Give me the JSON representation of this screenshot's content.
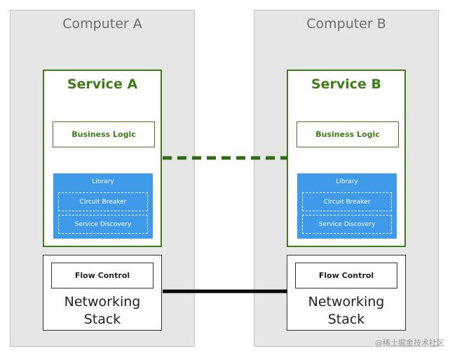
{
  "computers": [
    {
      "title": "Computer A",
      "service": {
        "title": "Service A",
        "business_logic": "Business Logic",
        "library": {
          "title": "Library",
          "items": [
            "Circuit Breaker",
            "Service Discovery"
          ]
        }
      },
      "network": {
        "flow_control": "Flow Control",
        "label_line1": "Networking",
        "label_line2": "Stack"
      }
    },
    {
      "title": "Computer B",
      "service": {
        "title": "Service B",
        "business_logic": "Business Logic",
        "library": {
          "title": "Library",
          "items": [
            "Circuit Breaker",
            "Service Discovery"
          ]
        }
      },
      "network": {
        "flow_control": "Flow Control",
        "label_line1": "Networking",
        "label_line2": "Stack"
      }
    }
  ],
  "watermark": "@稀土掘金技术社区",
  "colors": {
    "service_green": "#3e7d1a",
    "library_blue": "#3f9be9",
    "computer_gray": "#e6e6e6",
    "line_black": "#000000"
  }
}
